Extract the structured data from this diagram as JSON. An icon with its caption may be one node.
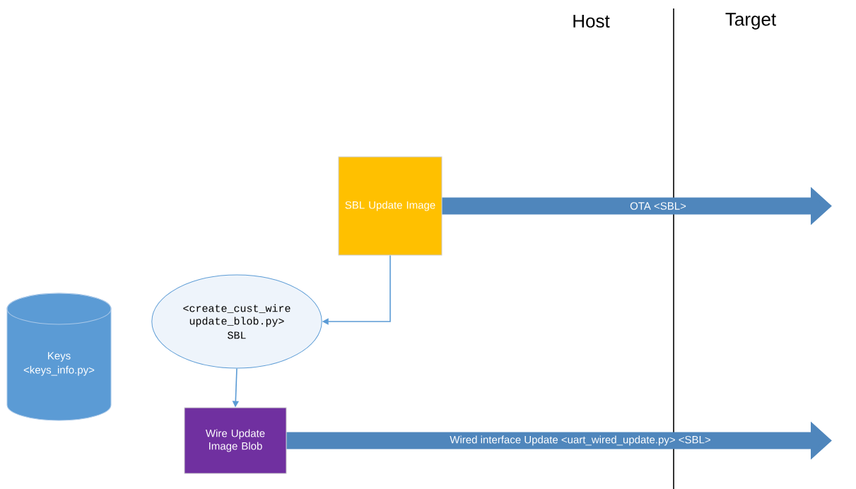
{
  "diagram": {
    "nodes": [
      {
        "text": [
          "SBL Update Image"
        ]
      },
      {
        "text": [
          "<create_cust_wire update_blob.py>",
          "SBL"
        ]
      },
      {
        "text": [
          "Keys",
          "<keys_info.py>"
        ]
      },
      {
        "text": [
          "Wire Update Image Blob"
        ]
      }
    ],
    "edges": [
      {
        "from": 0,
        "to": 1,
        "arrow": "to"
      },
      {
        "from": 1,
        "to": 3,
        "arrow": "to"
      },
      {
        "from": 0,
        "to": null,
        "arrow": "to",
        "label": "OTA <SBL>",
        "style": "thick",
        "color": "#4f86bc"
      },
      {
        "from": 3,
        "to": null,
        "arrow": "to",
        "label": "Wired interface Update <uart_wired_update.py> <SBL>",
        "style": "thick",
        "color": "#4f86bc"
      }
    ],
    "labels": [
      "Host",
      "Target"
    ]
  }
}
